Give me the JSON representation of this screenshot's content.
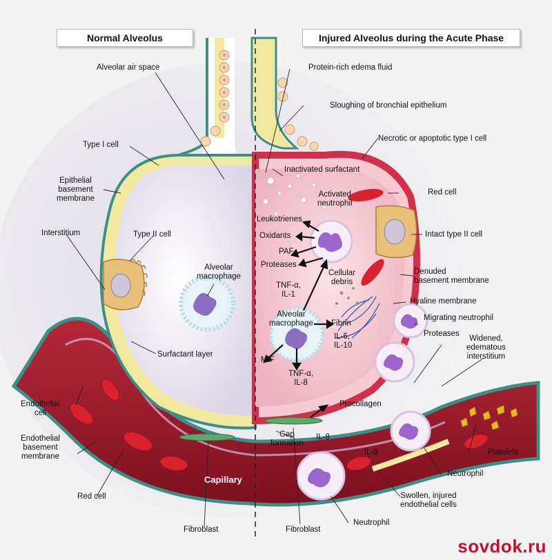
{
  "titles": {
    "normal": "Normal Alveolus",
    "injured": "Injured Alveolus during the Acute Phase"
  },
  "labels": {
    "alveolar_air_space": "Alveolar air space",
    "type_i_cell": "Type I cell",
    "epithelial_bm": "Epithelial\nbasement\nmembrane",
    "interstitium": "Interstitium",
    "type_ii_cell": "Type II cell",
    "alveolar_macrophage_left": "Alveolar\nmacrophage",
    "surfactant_layer": "Surfactant layer",
    "endothelial_cell": "Endothelial\ncell",
    "endothelial_bm": "Endothelial\nbasement\nmembrane",
    "red_cell_left": "Red cell",
    "capillary": "Capillary",
    "fibroblast_left": "Fibroblast",
    "protein_rich_edema": "Protein-rich edema fluid",
    "sloughing": "Sloughing of bronchial epithelium",
    "necrotic_type_i": "Necrotic or apoptotic type I cell",
    "inactivated_surfactant": "Inactivated surfactant",
    "activated_neutrophil": "Activated\nneutrophil",
    "red_cell_right": "Red cell",
    "leukotrienes": "Leukotrienes",
    "oxidants": "Oxidants",
    "paf": "PAF",
    "proteases_1": "Proteases",
    "intact_type_ii": "Intact type II cell",
    "tnf_il1": "TNF-α,\nIL-1",
    "cellular_debris": "Cellular\ndebris",
    "denuded_bm": "Denuded\nbasement membrane",
    "hyaline_membrane": "Hyaline membrane",
    "alveolar_macrophage_right": "Alveolar\nmacrophage",
    "fibrin": "Fibrin",
    "migrating_neutrophil": "Migrating neutrophil",
    "proteases_2": "Proteases",
    "il6_il10": "IL-6,\nIL-10",
    "widened_interstitium": "Widened,\nedematous\ninterstitium",
    "mif": "MIF",
    "tnf_il8": "TNF-α,\nIL-8",
    "procollagen": "Procollagen",
    "gap_formation": "Gap\nformation",
    "il8_1": "IL-8",
    "il8_2": "IL-8",
    "platelets": "Platelets",
    "neutrophil_1": "Neutrophil",
    "swollen_cells": "Swollen, injured\nendothelial cells",
    "fibroblast_right": "Fibroblast",
    "neutrophil_2": "Neutrophil"
  },
  "watermark": "sovdok.ru",
  "colors": {
    "background": "#f3f3f3",
    "alveolar_space": "#eeeaf2",
    "edema_fluid": "#f4cfd6",
    "epithelium": "#f3ea9a",
    "basement_membrane": "#3d8f86",
    "capillary_blood": "#9c1d2b",
    "red_cell": "#d21f2b",
    "macrophage": "#8a6fc0",
    "neutrophil": "#b27ad1",
    "platelet": "#e8b820",
    "watermark": "#c8102e"
  }
}
